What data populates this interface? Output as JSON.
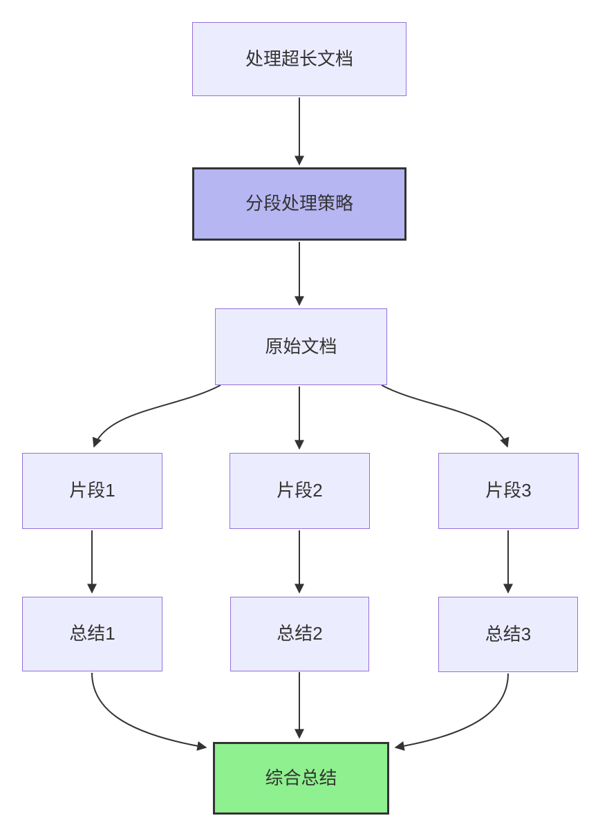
{
  "diagram": {
    "type": "flowchart",
    "direction": "top-down",
    "nodes": [
      {
        "id": "A",
        "label": "处理超长文档",
        "kind": "default"
      },
      {
        "id": "B",
        "label": "分段处理策略",
        "kind": "highlight"
      },
      {
        "id": "C",
        "label": "原始文档",
        "kind": "default"
      },
      {
        "id": "D",
        "label": "片段1",
        "kind": "default"
      },
      {
        "id": "E",
        "label": "片段2",
        "kind": "default"
      },
      {
        "id": "F",
        "label": "片段3",
        "kind": "default"
      },
      {
        "id": "G",
        "label": "总结1",
        "kind": "default"
      },
      {
        "id": "H",
        "label": "总结2",
        "kind": "default"
      },
      {
        "id": "I",
        "label": "总结3",
        "kind": "default"
      },
      {
        "id": "J",
        "label": "综合总结",
        "kind": "success"
      }
    ],
    "edges": [
      {
        "from": "处理超长文档",
        "to": "分段处理策略"
      },
      {
        "from": "分段处理策略",
        "to": "原始文档"
      },
      {
        "from": "原始文档",
        "to": "片段1"
      },
      {
        "from": "原始文档",
        "to": "片段2"
      },
      {
        "from": "原始文档",
        "to": "片段3"
      },
      {
        "from": "片段1",
        "to": "总结1"
      },
      {
        "from": "片段2",
        "to": "总结2"
      },
      {
        "from": "片段3",
        "to": "总结3"
      },
      {
        "from": "总结1",
        "to": "综合总结"
      },
      {
        "from": "总结2",
        "to": "综合总结"
      },
      {
        "from": "总结3",
        "to": "综合总结"
      }
    ]
  },
  "colors": {
    "canvas": "#FFFFFF",
    "node-fill": "#ECECFF",
    "node-border": "#9370DB",
    "highlight-fill": "#B6B6F2",
    "success-fill": "#8FF08F",
    "dark-border": "#333333",
    "edge": "#333333",
    "text": "#333333"
  }
}
